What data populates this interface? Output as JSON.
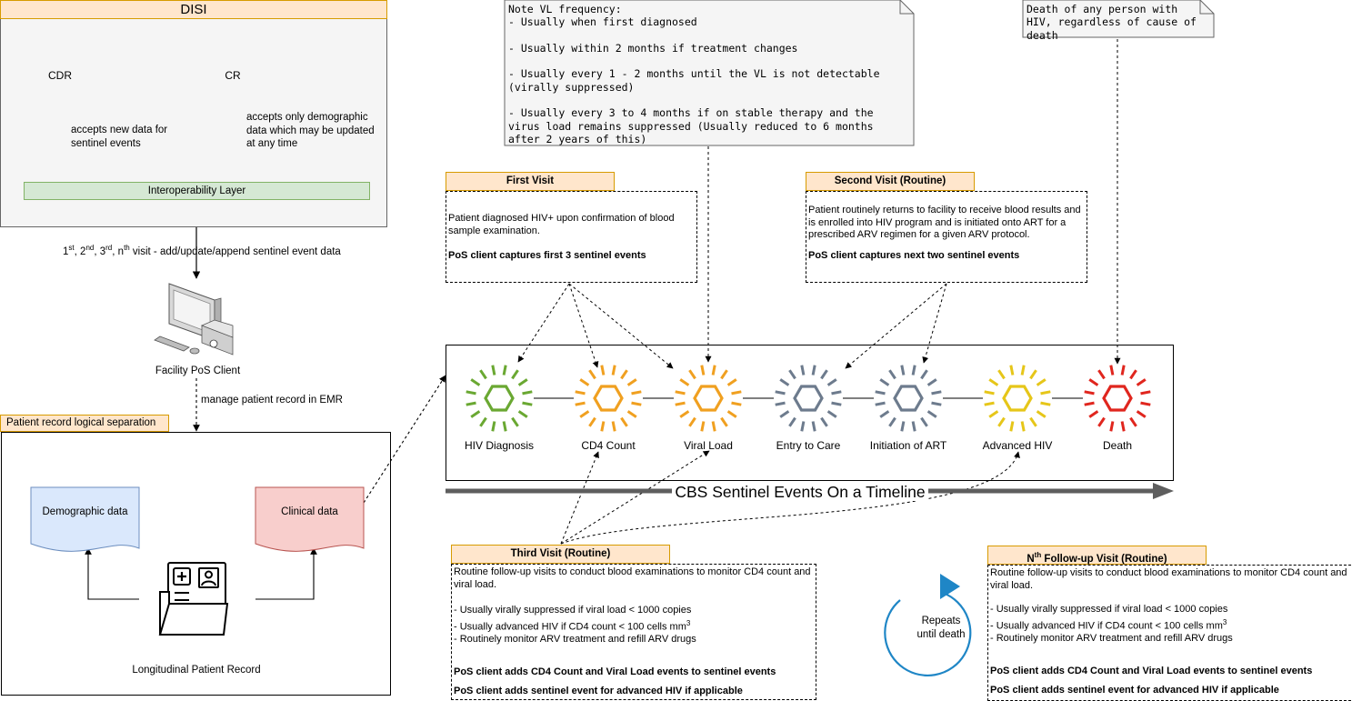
{
  "disi": {
    "title": "DISI",
    "cdr": "CDR",
    "cr": "CR",
    "cdr_note": "accepts new data for sentinel events",
    "cr_note": "accepts only demographic data which may be updated at any time",
    "interop": "Interoperability Layer"
  },
  "visit_flow": {
    "visits_label_parts": [
      "1",
      "st",
      ", 2",
      "nd",
      ", 3",
      "rd",
      ", n",
      "th",
      " visit - add/update/append sentinel event data"
    ],
    "pos_client": "Facility PoS Client",
    "emr_label": "manage patient record in EMR"
  },
  "patient_record": {
    "header": "Patient record logical separation",
    "demographic": "Demographic data",
    "clinical": "Clinical data",
    "longitudinal": "Longitudinal Patient Record"
  },
  "note_vl": {
    "lines": [
      "Note VL frequency:",
      "- Usually when first diagnosed",
      "",
      "- Usually within 2 months if treatment changes",
      "",
      "- Usually every 1 - 2 months until the VL is not detectable (virally suppressed)",
      "",
      "- Usually every 3 to 4 months if on stable therapy and the virus load remains suppressed (Usually reduced to 6 months after 2 years of this)"
    ]
  },
  "note_death": {
    "text": "Death of any person with HIV, regardless of cause of death"
  },
  "first_visit": {
    "title": "First Visit",
    "body": "Patient diagnosed HIV+ upon confirmation of blood sample examination.",
    "bold": "PoS client captures first 3 sentinel events"
  },
  "second_visit": {
    "title": "Second Visit (Routine)",
    "body": "Patient routinely returns to facility to receive blood results and is enrolled into HIV program and is initiated onto ART for a prescribed ARV regimen for a given ARV protocol.",
    "bold": "PoS client captures next two sentinel events"
  },
  "third_visit": {
    "title": "Third Visit (Routine)",
    "intro": "Routine follow-up visits to conduct blood examinations to monitor CD4 count and viral load.",
    "b1": "- Usually virally suppressed if viral load <  1000 copies",
    "b2": "- Usually advanced HIV if CD4 count < 100 cells mm",
    "b2_sup": "3",
    "b3": "- Routinely monitor ARV treatment and refill ARV drugs",
    "bold1": "PoS client adds CD4 Count and Viral Load events to sentinel events",
    "bold2": "PoS client adds sentinel event for advanced HIV if applicable"
  },
  "nth_visit": {
    "title_pre": "N",
    "title_sup": "th",
    "title_post": " Follow-up Visit (Routine)",
    "intro": "Routine follow-up visits to conduct blood examinations to monitor CD4 count and viral load.",
    "b1": "- Usually virally suppressed if viral load <  1000 copies",
    "b2": "- Usually advanced HIV if CD4 count < 100 cells mm",
    "b2_sup": "3",
    "b3": "- Routinely monitor ARV treatment and refill ARV drugs",
    "bold1": "PoS client adds CD4 Count and Viral Load events to sentinel events",
    "bold2": "PoS client adds sentinel event for advanced HIV if applicable",
    "repeat": "Repeats until death"
  },
  "timeline": {
    "title": "CBS Sentinel Events On a Timeline",
    "events": [
      {
        "label": "HIV Diagnosis",
        "color": "#6aa832"
      },
      {
        "label": "CD4 Count",
        "color": "#f0a020"
      },
      {
        "label": "Viral Load",
        "color": "#f0a020"
      },
      {
        "label": "Entry to Care",
        "color": "#6d7b8d"
      },
      {
        "label": "Initiation of ART",
        "color": "#6d7b8d"
      },
      {
        "label": "Advanced HIV",
        "color": "#e6c619"
      },
      {
        "label": "Death",
        "color": "#e0261e"
      }
    ]
  },
  "colors": {
    "cdr_fill": "#f8cecc",
    "cdr_stroke": "#b85450",
    "cr_fill": "#dae8fc",
    "cr_stroke": "#6c8ebf",
    "accent_orange": "#ffe6cc",
    "green_layer": "#d5e8d4",
    "repeat_arrow": "#1f86c6"
  }
}
